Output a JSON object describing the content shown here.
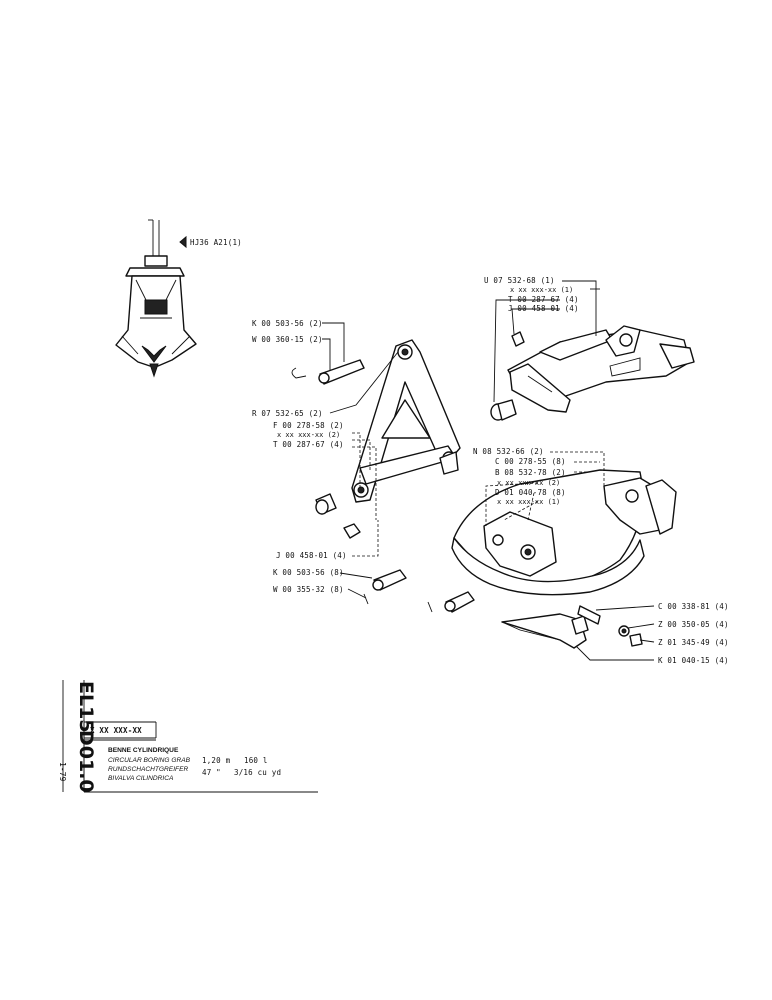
{
  "overview": {
    "ref": "HJ36 A21(1)"
  },
  "callouts": {
    "k_00_503_56_top": "K 00 503-56 (2)",
    "w_00_360_15": "W 00 360-15 (2)",
    "r_07_532_65": "R 07 532-65 (2)",
    "f_00_278_58": "F 00 278-58 (2)",
    "x_xx_frame": "x xx xxx-xx (2)",
    "t_00_287_67_frame": "T 00 287-67 (4)",
    "j_00_458_01_frame": "J 00 458-01 (4)",
    "k_00_503_56_low": "K 00 503-56 (8)",
    "w_00_355_32": "W 00 355-32 (8)",
    "u_07_532_68": "U 07 532-68 (1)",
    "x_xx_head": "x xx xxx-xx (1)",
    "t_00_287_67_head": "T 00 287-67 (4)",
    "j_00_458_01_head": "J 00 458-01 (4)",
    "n_08_532_66": "N 08 532-66 (2)",
    "c_00_278_55": "C 00 278-55 (8)",
    "b_08_532_78": "B 08 532-78 (2)",
    "x_xx_bucket_2": "x xx xxx-xx (2)",
    "d_01_040_78": "D 01 040-78 (8)",
    "x_xx_bucket_1": "x xx xxx-xx (1)",
    "c_00_338_81": "C 00 338-81 (4)",
    "z_00_350_05": "Z 00 350-05 (4)",
    "z_01_345_49": "Z 01 345-49 (4)",
    "k_01_040_15": "K 01 040-15 (4)"
  },
  "side_code": {
    "series": "EL15",
    "doc": "D01.0",
    "rev": "1-79"
  },
  "title_block": {
    "part_number": "X XX XXX-XX",
    "name_fr": "BENNE CYLINDRIQUE",
    "name_en": "CIRCULAR BORING GRAB",
    "name_de": "RUNDSCHACHTGREIFER",
    "name_it": "BIVALVA CILINDRICA",
    "diameter_metric": "1,20 m",
    "capacity_metric": "160 l",
    "diameter_imperial": "47 \"",
    "capacity_imperial": "3/16 cu yd"
  }
}
